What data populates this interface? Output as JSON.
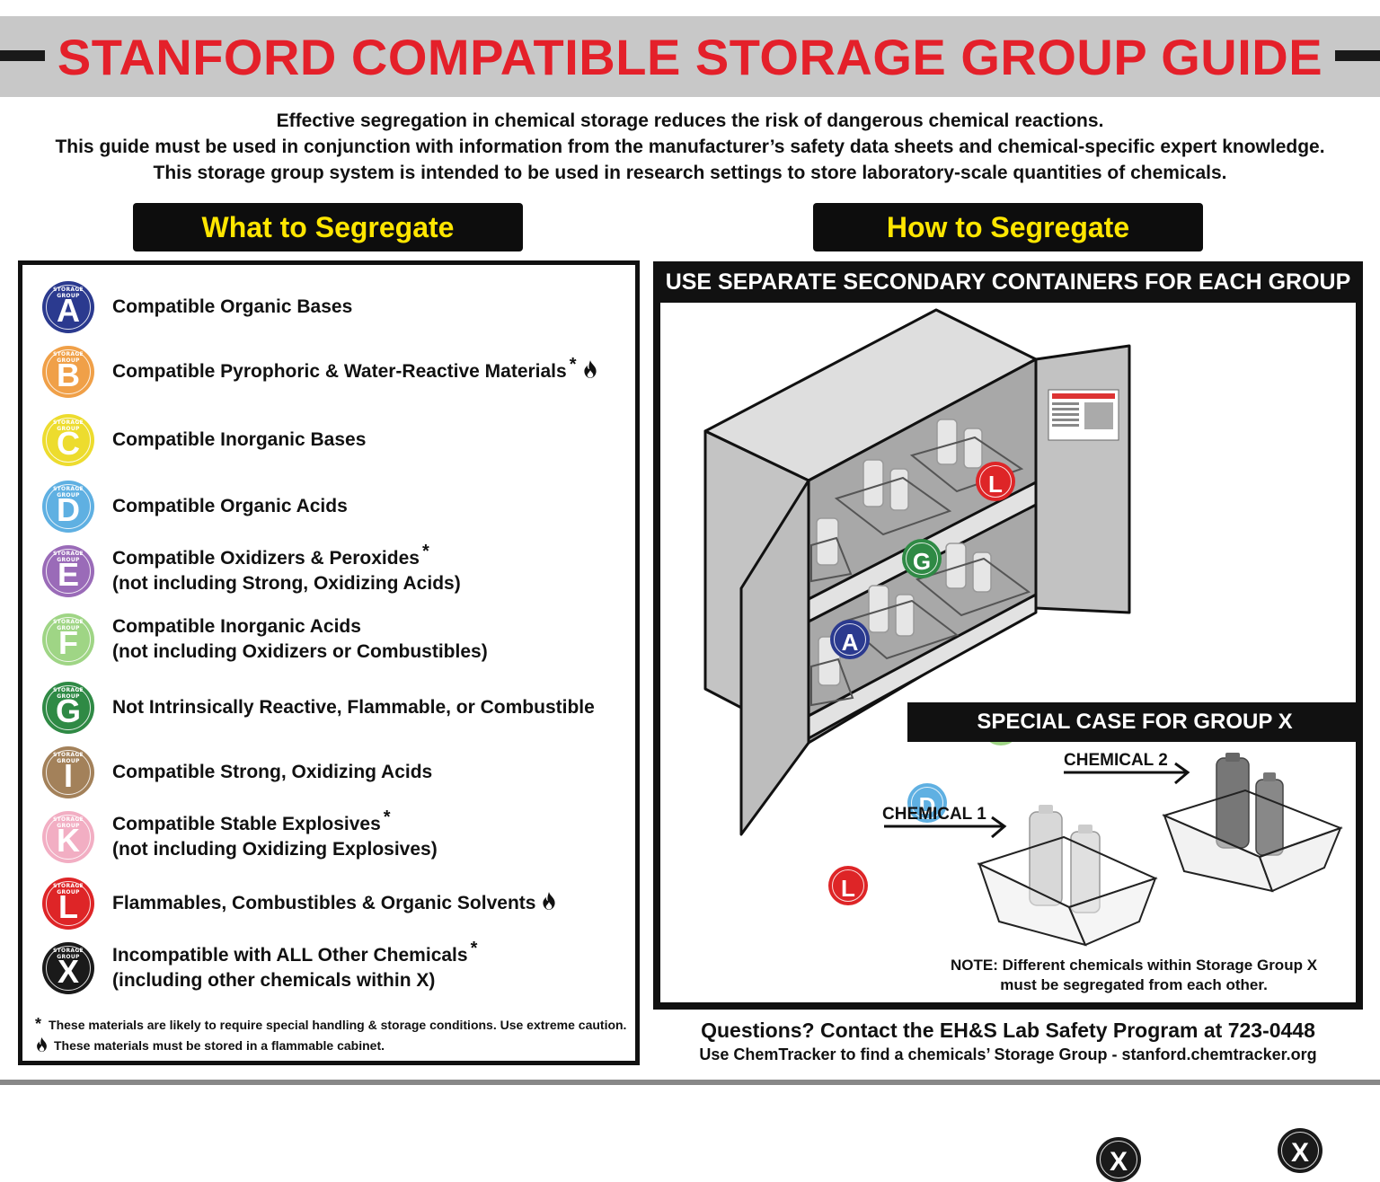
{
  "header": {
    "title": "STANFORD COMPATIBLE STORAGE GROUP GUIDE",
    "intro": [
      "Effective segregation in chemical storage reduces the risk of dangerous chemical reactions.",
      "This guide must be used in conjunction with information from the manufacturer’s safety data sheets and chemical-specific expert knowledge.",
      "This storage group system is intended to be used in research settings to store laboratory-scale quantities of chemicals."
    ]
  },
  "sections": {
    "what": "What to Segregate",
    "how": "How to Segregate"
  },
  "badge_caption": "STORAGE GROUP",
  "groups": [
    {
      "letter": "A",
      "color": "#2b3a8f",
      "line1": "Compatible Organic Bases",
      "line2": "",
      "star": false,
      "flame": false
    },
    {
      "letter": "B",
      "color": "#f0a048",
      "line1": "Compatible Pyrophoric & Water-Reactive Materials",
      "line2": "",
      "star": true,
      "flame": true
    },
    {
      "letter": "C",
      "color": "#eddc2e",
      "line1": "Compatible Inorganic Bases",
      "line2": "",
      "star": false,
      "flame": false
    },
    {
      "letter": "D",
      "color": "#5fb0e2",
      "line1": "Compatible Organic Acids",
      "line2": "",
      "star": false,
      "flame": false
    },
    {
      "letter": "E",
      "color": "#9a6bb8",
      "line1": "Compatible Oxidizers & Peroxides",
      "line2": "(not including Strong, Oxidizing Acids)",
      "star": true,
      "flame": false
    },
    {
      "letter": "F",
      "color": "#9fd585",
      "line1": "Compatible Inorganic Acids",
      "line2": "(not including Oxidizers or Combustibles)",
      "star": false,
      "flame": false
    },
    {
      "letter": "G",
      "color": "#2f8a45",
      "line1": "Not Intrinsically Reactive, Flammable, or Combustible",
      "line2": "",
      "star": false,
      "flame": false
    },
    {
      "letter": "I",
      "color": "#a3815a",
      "line1": "Compatible Strong, Oxidizing Acids",
      "line2": "",
      "star": false,
      "flame": false
    },
    {
      "letter": "K",
      "color": "#f2aec3",
      "line1": "Compatible Stable Explosives",
      "line2": "(not including Oxidizing Explosives)",
      "star": true,
      "flame": false
    },
    {
      "letter": "L",
      "color": "#de2527",
      "line1": "Flammables, Combustibles & Organic Solvents",
      "line2": "",
      "star": false,
      "flame": true
    },
    {
      "letter": "X",
      "color": "#1a1a1a",
      "line1": "Incompatible with ALL Other Chemicals",
      "line2": "(including other chemicals within X)",
      "star": true,
      "flame": false
    }
  ],
  "footnotes": {
    "star_mark": "*",
    "star": "These materials are likely to require special handling & storage conditions. Use extreme caution.",
    "flame": "These materials must be stored in a flammable cabinet."
  },
  "how": {
    "title": "USE SEPARATE SECONDARY CONTAINERS FOR EACH GROUP",
    "cabinet_badges": [
      "L",
      "G",
      "A",
      "F",
      "D",
      "L"
    ],
    "special_title": "SPECIAL CASE FOR GROUP X",
    "chemical1": "CHEMICAL 1",
    "chemical2": "CHEMICAL 2",
    "x_badge": "X",
    "note_line1": "NOTE: Different chemicals within Storage Group X",
    "note_line2": "must be segregated from each other."
  },
  "contact": {
    "line1": "Questions? Contact the EH&S Lab Safety Program at 723-0448",
    "line2": "Use ChemTracker to find a chemicals’ Storage Group - stanford.chemtracker.org"
  }
}
